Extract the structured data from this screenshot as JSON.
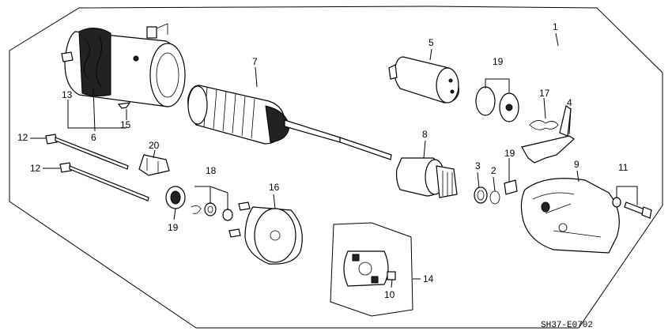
{
  "diagram_code": "SH37-E0702",
  "callouts": {
    "c1": "1",
    "c2": "2",
    "c3": "3",
    "c4": "4",
    "c5": "5",
    "c6": "6",
    "c7": "7",
    "c8": "8",
    "c9": "9",
    "c10": "10",
    "c11": "11",
    "c12a": "12",
    "c12b": "12",
    "c13": "13",
    "c14": "14",
    "c15": "15",
    "c16": "16",
    "c17": "17",
    "c18": "18",
    "c19a": "19",
    "c19b": "19",
    "c19c": "19",
    "c20": "20"
  }
}
